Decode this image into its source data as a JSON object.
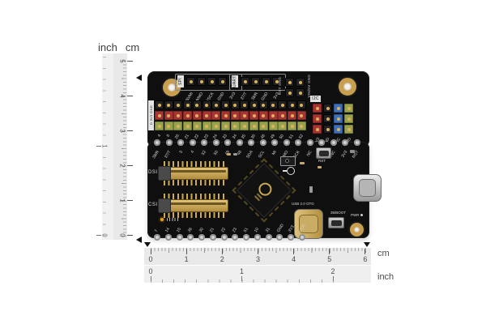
{
  "rulers": {
    "side": {
      "inch_label": "inch",
      "cm_label": "cm",
      "cm_numbers": [
        "5",
        "4",
        "3",
        "2",
        "1",
        "0"
      ],
      "inch_numbers": [
        "1",
        "0"
      ]
    },
    "bottom": {
      "cm_numbers": [
        "0",
        "1",
        "2",
        "3",
        "4",
        "5",
        "6"
      ],
      "inch_numbers": [
        "0",
        "1",
        "2"
      ],
      "cm_label": "cm",
      "inch_label": "inch"
    }
  },
  "board": {
    "expansion": {
      "gravity_edge_label": "D 3V3 GND",
      "spi_label": "SPI",
      "spi_pins": [
        "30/MI",
        "29/MO",
        "28/SCK",
        "GND",
        "3V3"
      ],
      "uart_label": "UART",
      "uart_pins": [
        "37/T",
        "38/R",
        "GND",
        "3V3"
      ],
      "power_left_label": "RST GND",
      "power_right_label": "VIN/5V GND",
      "i2c_label": "I2C",
      "i2c_pins": [
        "3V3",
        "GND",
        "8/C",
        "7/D"
      ],
      "gravity_pin_numbers": [
        "4",
        "6",
        "26",
        "21",
        "22",
        "23",
        "24",
        "33",
        "34",
        "35",
        "36",
        "48",
        "49",
        "50",
        "51",
        "52"
      ]
    },
    "core": {
      "top_pads": [
        "38/R",
        "37/T",
        "5",
        "4",
        "52",
        "50",
        "49",
        "48",
        "SDA",
        "SCL",
        "MI",
        "MO",
        "SCK",
        "NC",
        "GND",
        "NC",
        "3V3",
        "RST"
      ],
      "bottom_pads": [
        "7",
        "14",
        "15",
        "36",
        "30",
        "21",
        "22",
        "23",
        "51",
        "10",
        "31",
        "GND",
        "3V3",
        "VCC"
      ],
      "dsi_label": "DSI",
      "csi_label": "CSI",
      "usb_otg_label": "USB 2.0 OTG",
      "rst_button_label": "RST",
      "boot_button_label": "35/BOOT",
      "pwr_label": "PWR"
    }
  },
  "colors": {
    "pcb": "#0f0f0f",
    "gold": "#c9a855",
    "pin_red": "#a63434",
    "pin_green": "#97a24d",
    "pin_blue": "#3f6fb5",
    "pin_black": "#212121",
    "ruler_bg": "#e9e9e9",
    "led_orange": "#e8a020"
  }
}
